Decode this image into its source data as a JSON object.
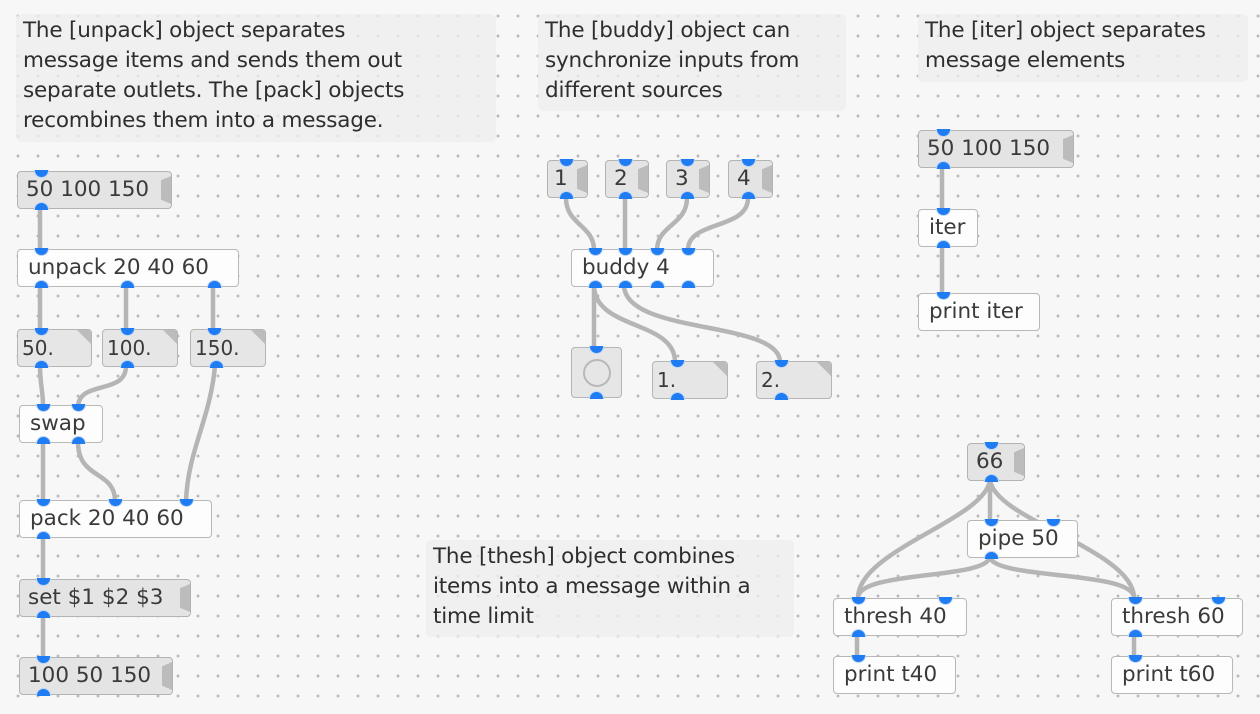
{
  "comments": {
    "unpack": "The [unpack] object separates\nmessage items and sends them out\nseparate outlets. The [pack] objects\nrecombines them into a message.",
    "buddy": "The [buddy] object can\nsynchronize inputs from\ndifferent sources",
    "iter": "The [iter] object separates\nmessage elements",
    "thresh": "The [thesh] object combines\nitems into a message within a\ntime limit"
  },
  "unpack_section": {
    "input_message": "50 100 150",
    "unpack_object": "unpack 20 40 60",
    "number_boxes": [
      "50.",
      "100.",
      "150."
    ],
    "swap_object": "swap",
    "pack_object": "pack 20 40 60",
    "set_message": "set $1 $2 $3",
    "output_message": "100 50 150"
  },
  "buddy_section": {
    "input_messages": [
      "1",
      "2",
      "3",
      "4"
    ],
    "buddy_object": "buddy 4",
    "number_boxes": [
      "1.",
      "2."
    ]
  },
  "iter_section": {
    "input_message": "50 100 150",
    "iter_object": "iter",
    "print_object": "print iter"
  },
  "thresh_section": {
    "input_message": "66",
    "pipe_object": "pipe 50",
    "thresh_objects": [
      "thresh 40",
      "thresh 60"
    ],
    "print_objects": [
      "print t40",
      "print t60"
    ]
  },
  "colors": {
    "port": "#1f7cf2",
    "patch_cord": "#b5b5b5",
    "canvas": "#f7f7f7",
    "comment_bg": "#eeeeee"
  }
}
